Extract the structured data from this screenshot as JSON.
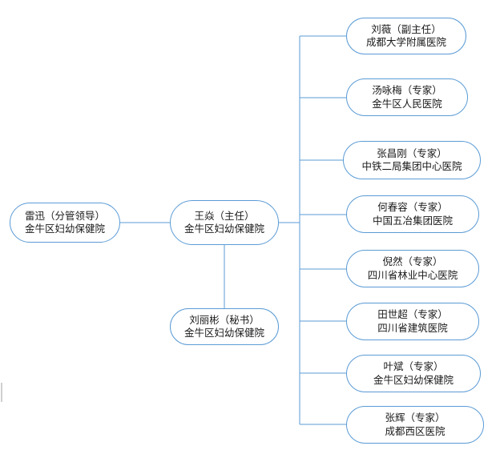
{
  "chart": {
    "type": "org-chart",
    "title": "",
    "node_style": {
      "shape": "rounded-pill",
      "border_color": "#5b9bd5",
      "fill_color": "#ffffff",
      "text_color": "#1a1a1a",
      "connector_color": "#5b9bd5"
    }
  },
  "nodes": {
    "supervisor": {
      "id": "supervisor",
      "name": "雷迅（分管领导）",
      "org": "金牛区妇幼保健院",
      "role": "分管领导"
    },
    "director": {
      "id": "director",
      "name": "王焱（主任）",
      "org": "金牛区妇幼保健院",
      "role": "主任"
    },
    "secretary": {
      "id": "secretary",
      "name": "刘丽彬（秘书）",
      "org": "金牛区妇幼保健院",
      "role": "秘书"
    }
  },
  "members": [
    {
      "id": "member-1",
      "name": "刘薇（副主任）",
      "org": "成都大学附属医院",
      "role": "副主任"
    },
    {
      "id": "member-2",
      "name": "汤咏梅（专家）",
      "org": "金牛区人民医院",
      "role": "专家"
    },
    {
      "id": "member-3",
      "name": "张昌刚（专家）",
      "org": "中铁二局集团中心医院",
      "role": "专家"
    },
    {
      "id": "member-4",
      "name": "何春容（专家）",
      "org": "中国五冶集团医院",
      "role": "专家"
    },
    {
      "id": "member-5",
      "name": "倪然（专家）",
      "org": "四川省林业中心医院",
      "role": "专家"
    },
    {
      "id": "member-6",
      "name": "田世超（专家）",
      "org": "四川省建筑医院",
      "role": "专家"
    },
    {
      "id": "member-7",
      "name": "叶斌（专家）",
      "org": "金牛区妇幼保健院",
      "role": "专家"
    },
    {
      "id": "member-8",
      "name": "张辉（专家）",
      "org": "成都西区医院",
      "role": "专家"
    }
  ]
}
